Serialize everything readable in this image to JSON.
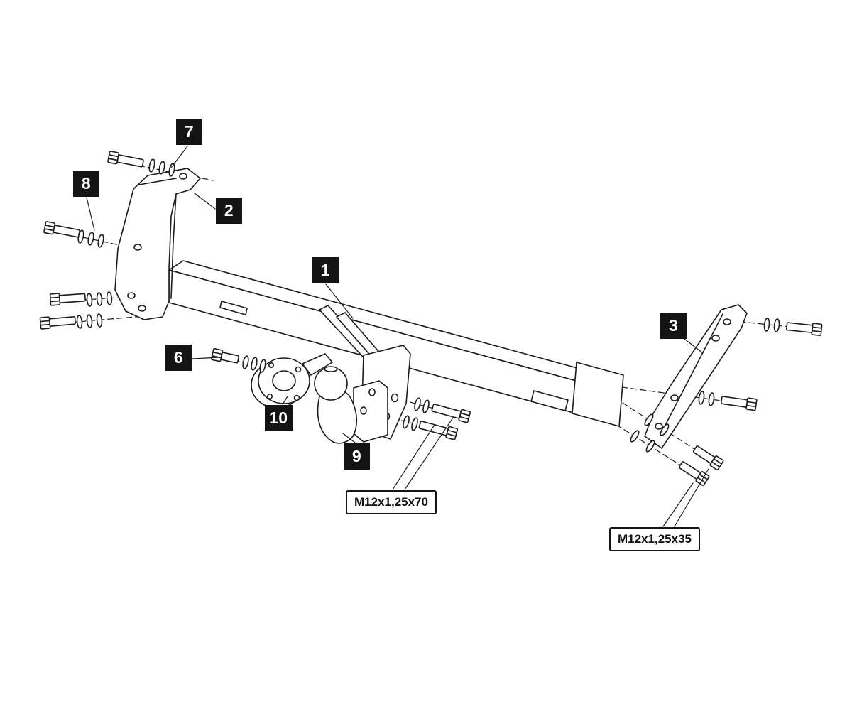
{
  "diagram": {
    "subject": "Towbar exploded assembly diagram",
    "colors": {
      "background": "#ffffff",
      "line": "#1c1c1c",
      "part_label_bg": "#141414",
      "part_label_text": "#ffffff",
      "spec_label_border": "#141414",
      "spec_label_text": "#111111"
    },
    "part_labels": [
      {
        "number": "1"
      },
      {
        "number": "2"
      },
      {
        "number": "3"
      },
      {
        "number": "6"
      },
      {
        "number": "7"
      },
      {
        "number": "8"
      },
      {
        "number": "9"
      },
      {
        "number": "10"
      }
    ],
    "spec_labels": [
      {
        "text": "M12x1,25x70"
      },
      {
        "text": "M12x1,25x35"
      }
    ]
  }
}
